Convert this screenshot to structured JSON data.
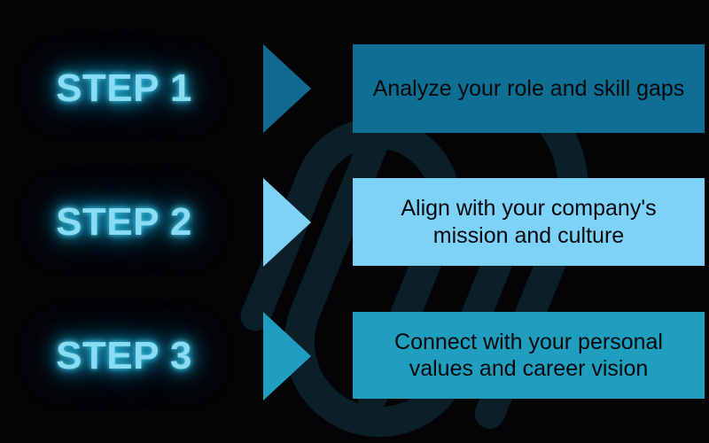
{
  "background_color": "#040406",
  "accent_glow_color": "#8bdcf2",
  "watermark": {
    "icon": "paperclip-loops-watermark",
    "dark_color": "#0a1f28",
    "light_overlay_opacity": 0.22
  },
  "steps": [
    {
      "label": "STEP 1",
      "arrow_color": "#12698f",
      "box_color": "#0f6e94",
      "text": "Analyze your role and skill gaps"
    },
    {
      "label": "STEP 2",
      "arrow_color": "#7dd2f7",
      "box_color": "#7dd2f7",
      "text": "Align with your company's mission and culture"
    },
    {
      "label": "STEP 3",
      "arrow_color": "#1f9ec0",
      "box_color": "#1f9ec0",
      "text": "Connect with your personal values and career vision"
    }
  ]
}
